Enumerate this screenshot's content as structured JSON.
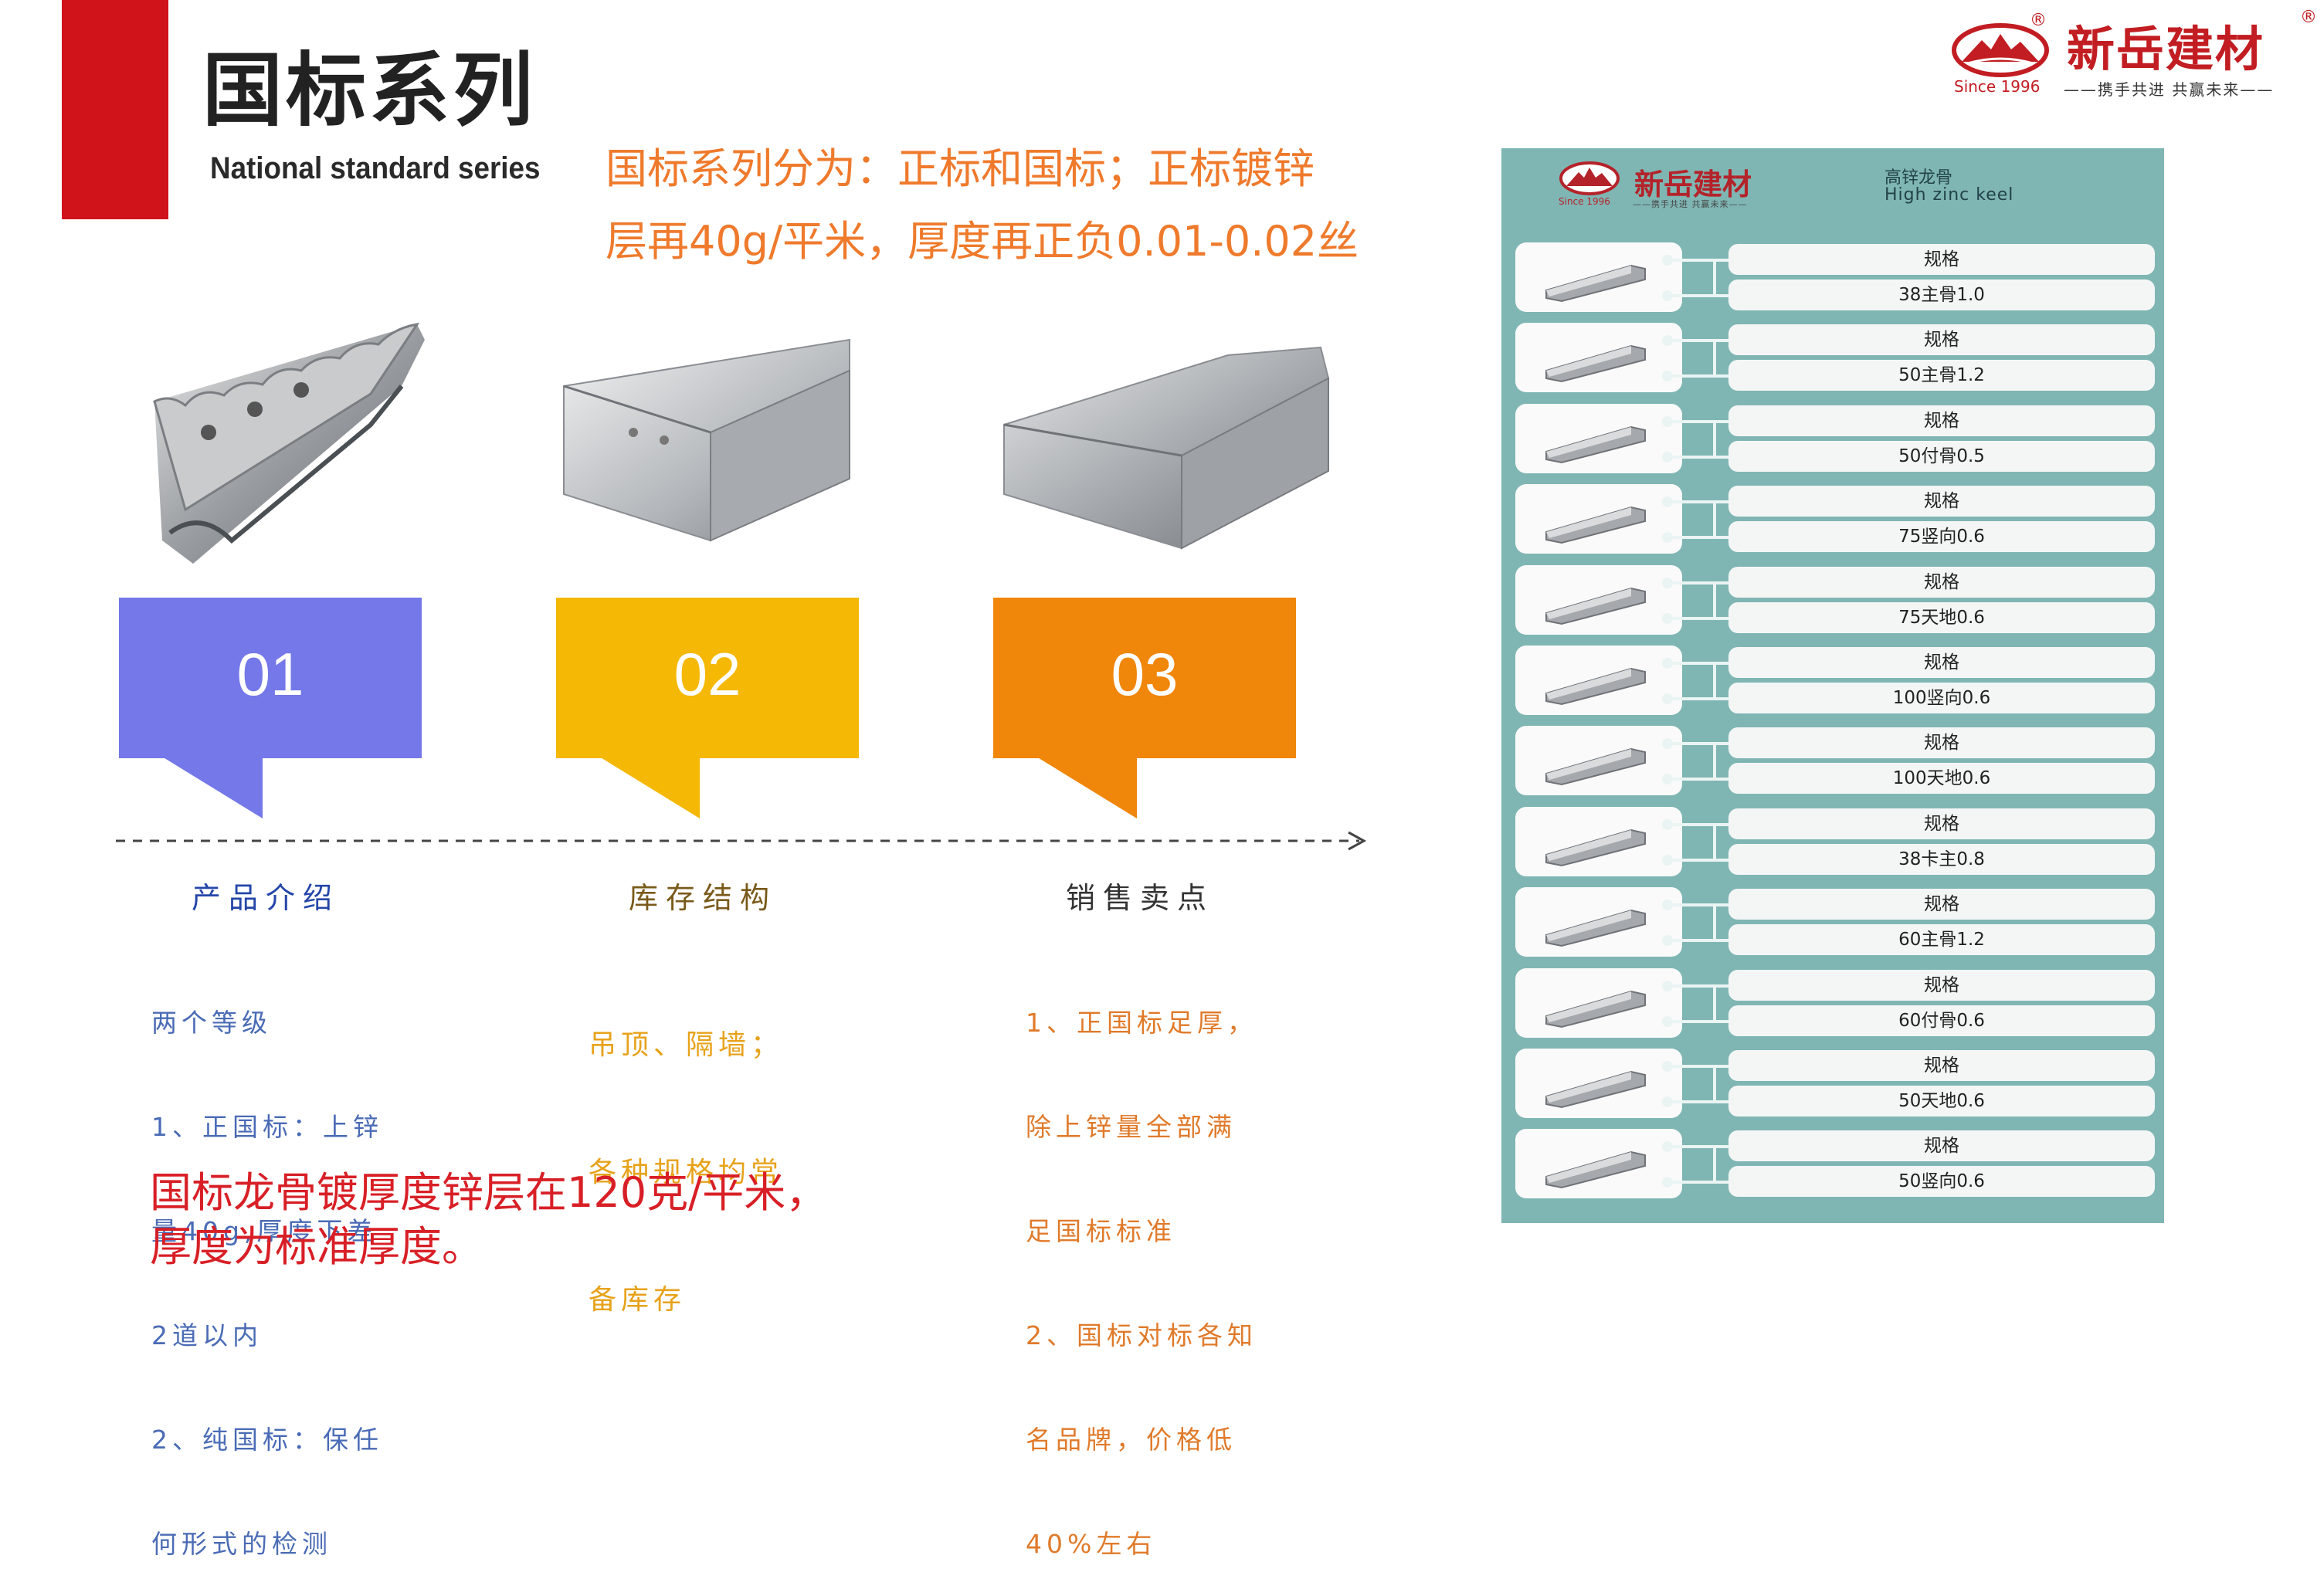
{
  "header": {
    "title": "国标系列",
    "subtitle": "National standard  series",
    "intro_line1": "国标系列分为：正标和国标；正标镀锌",
    "intro_line2": "层再40g/平米，厚度再正负0.01-0.02丝"
  },
  "brand": {
    "name": "新岳建材",
    "since": "Since 1996",
    "slogan": "——携手共进 共赢未来——",
    "registered": "®"
  },
  "cards": [
    {
      "number": "01",
      "color": "#7478e8"
    },
    {
      "number": "02",
      "color": "#f4b805"
    },
    {
      "number": "03",
      "color": "#f0860a"
    }
  ],
  "columns": [
    {
      "heading": "产品介绍",
      "heading_color": "#2446a8",
      "text_color": "#4a6bb5",
      "lines": [
        "两个等级",
        "1、正国标：上锌",
        "量40g,厚度下差",
        "2道以内",
        "2、纯国标：保任",
        "何形式的检测"
      ]
    },
    {
      "heading": "库存结构",
      "heading_color": "#7a5a1a",
      "text_color": "#e7a21a",
      "lines": [
        "吊顶、隔墙；",
        "各种规格均常",
        "备库存"
      ]
    },
    {
      "heading": "销售卖点",
      "heading_color": "#333333",
      "text_color": "#e07a2a",
      "lines": [
        "1、正国标足厚，",
        "除上锌量全部满",
        "足国标标准",
        "2、国标对标各知",
        "名品牌，价格低",
        "40%左右"
      ]
    }
  ],
  "bottom_note": {
    "line1": "国标龙骨镀厚度锌层在120克/平米，",
    "line2": "厚度为标准厚度。"
  },
  "panel": {
    "brand_name": "新岳建材",
    "since": "Since 1996",
    "slogan": "——携手共进 共赢未来——",
    "title_cn": "高锌龙骨",
    "title_en": "High zinc keel",
    "spec_label": "规格",
    "rows": [
      {
        "value": "38主骨1.0"
      },
      {
        "value": "50主骨1.2"
      },
      {
        "value": "50付骨0.5"
      },
      {
        "value": "75竖向0.6"
      },
      {
        "value": "75天地0.6"
      },
      {
        "value": "100竖向0.6"
      },
      {
        "value": "100天地0.6"
      },
      {
        "value": "38卡主0.8"
      },
      {
        "value": "60主骨1.2"
      },
      {
        "value": "60付骨0.6"
      },
      {
        "value": "50天地0.6"
      },
      {
        "value": "50竖向0.6"
      }
    ]
  }
}
